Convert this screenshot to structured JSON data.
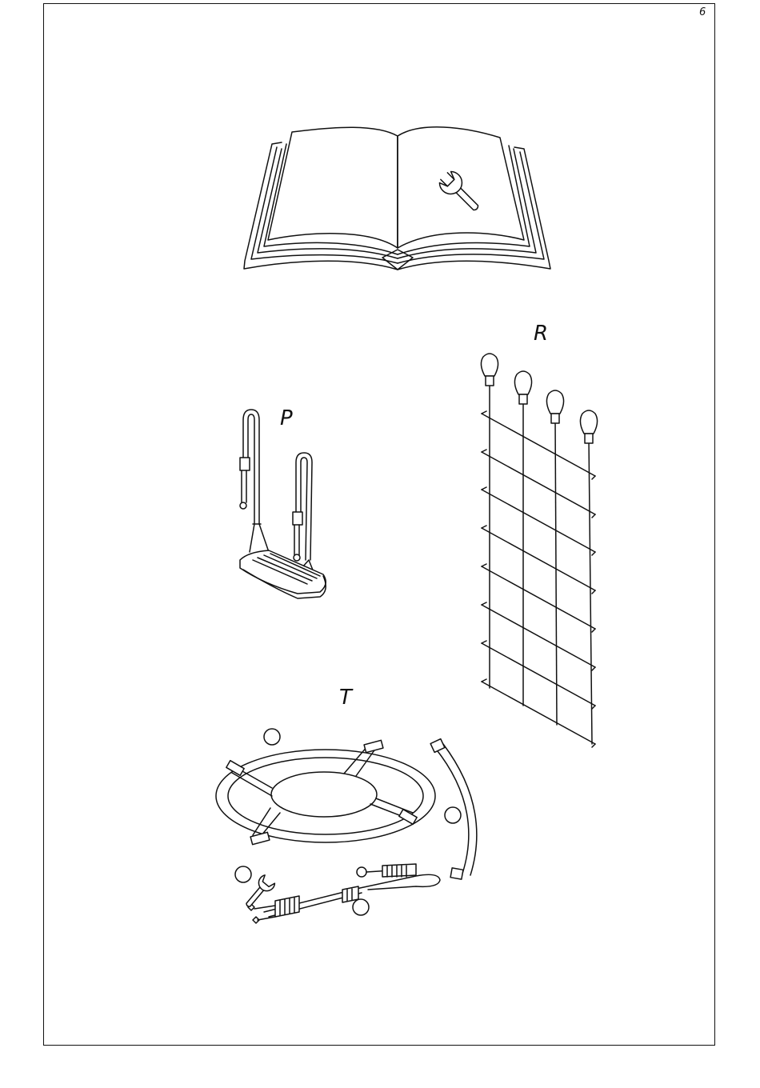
{
  "page": {
    "number": "6"
  },
  "parts": {
    "p_label": "P",
    "r_label": "R",
    "t_label": "T"
  },
  "icons": {
    "manual": "open-book-with-wrench-icon",
    "swing": "swing-seat-icon",
    "net": "climbing-net-icon",
    "nest_swing": "nest-swing-kit-icon"
  },
  "colors": {
    "line": "#111111",
    "background": "#ffffff"
  }
}
